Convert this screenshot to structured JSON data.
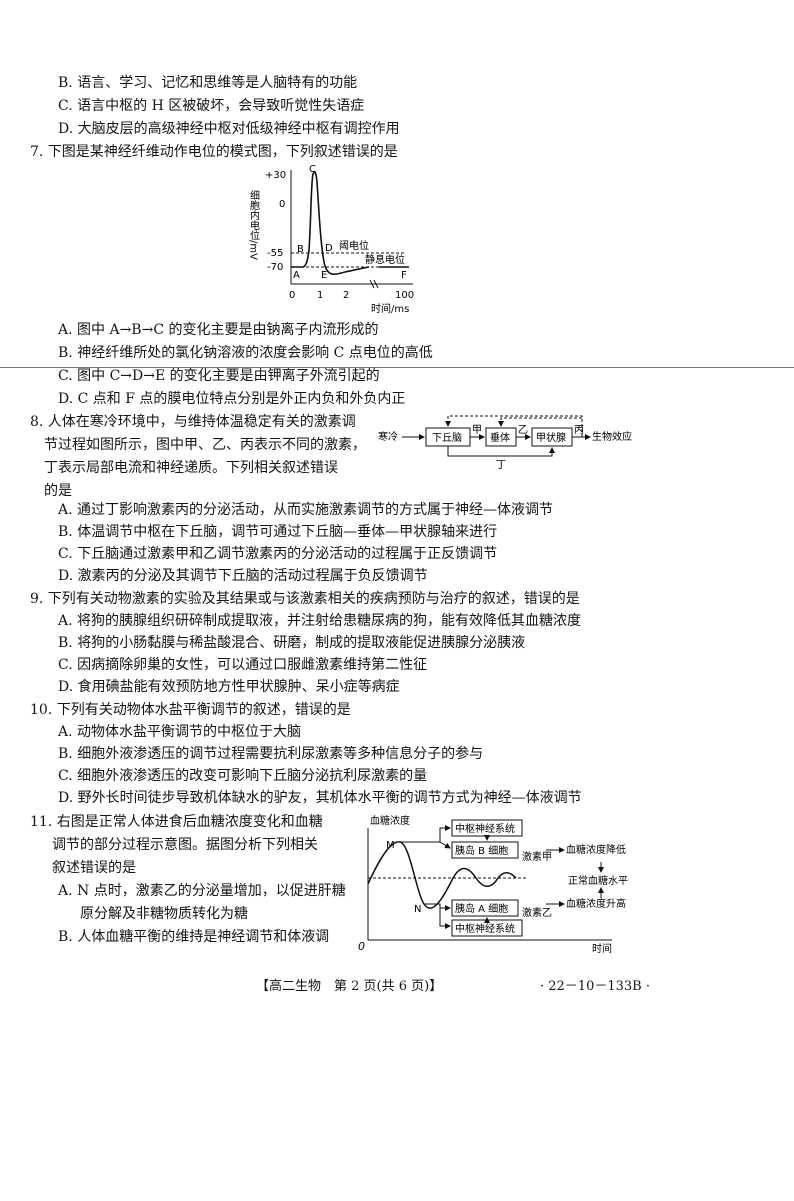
{
  "top_options": {
    "B": "B. 语言、学习、记忆和思维等是人脑特有的功能",
    "C": "C. 语言中枢的 H 区被破坏，会导致听觉性失语症",
    "D": "D. 大脑皮层的高级神经中枢对低级神经中枢有调控作用"
  },
  "q7": {
    "stem": "7. 下图是某神经纤维动作电位的模式图，下列叙述错误的是",
    "figure": {
      "ylabel": "细胞内电位/mV",
      "yticks": [
        "+30",
        "0",
        "-55",
        "-70"
      ],
      "xticks": [
        "0",
        "1",
        "2",
        "100"
      ],
      "xlabel": "时间/ms",
      "points": [
        "A",
        "B",
        "C",
        "D",
        "E",
        "F"
      ],
      "threshold_label": "阈电位",
      "rest_label": "静息电位"
    },
    "A": "A. 图中 A→B→C 的变化主要是由钠离子内流形成的",
    "B": "B. 神经纤维所处的氯化钠溶液的浓度会影响 C 点电位的高低",
    "C": "C. 图中 C→D→E 的变化主要是由钾离子外流引起的",
    "D": "D. C 点和 F 点的膜电位特点分别是外正内负和外负内正"
  },
  "q8": {
    "stem1": "8. 人体在寒冷环境中，与维持体温稳定有关的激素调",
    "stem2": "节过程如图所示，图中甲、乙、丙表示不同的激素，",
    "stem3": "丁表示局部电流和神经递质。下列相关叙述错误",
    "stem4": "的是",
    "figure": {
      "cold": "寒冷",
      "box1": "下丘脑",
      "box2": "垂体",
      "box3": "甲状腺",
      "jia": "甲",
      "yi": "乙",
      "bing": "丙",
      "ding": "丁",
      "effect": "生物效应"
    },
    "A": "A. 通过丁影响激素丙的分泌活动，从而实施激素调节的方式属于神经—体液调节",
    "B": "B. 体温调节中枢在下丘脑，调节可通过下丘脑—垂体—甲状腺轴来进行",
    "C": "C. 下丘脑通过激素甲和乙调节激素丙的分泌活动的过程属于正反馈调节",
    "D": "D. 激素丙的分泌及其调节下丘脑的活动过程属于负反馈调节"
  },
  "q9": {
    "stem": "9. 下列有关动物激素的实验及其结果或与该激素相关的疾病预防与治疗的叙述，错误的是",
    "A": "A. 将狗的胰腺组织研碎制成提取液，并注射给患糖尿病的狗，能有效降低其血糖浓度",
    "B": "B. 将狗的小肠黏膜与稀盐酸混合、研磨，制成的提取液能促进胰腺分泌胰液",
    "C": "C. 因病摘除卵巢的女性，可以通过口服雌激素维持第二性征",
    "D": "D. 食用碘盐能有效预防地方性甲状腺肿、呆小症等病症"
  },
  "q10": {
    "stem": "10. 下列有关动物体水盐平衡调节的叙述，错误的是",
    "A": "A. 动物体水盐平衡调节的中枢位于大脑",
    "B": "B. 细胞外液渗透压的调节过程需要抗利尿激素等多种信息分子的参与",
    "C": "C. 细胞外液渗透压的改变可影响下丘脑分泌抗利尿激素的量",
    "D": "D. 野外长时间徒步导致机体缺水的驴友，其机体水平衡的调节方式为神经—体液调节"
  },
  "q11": {
    "stem1": "11. 右图是正常人体进食后血糖浓度变化和血糖",
    "stem2": "调节的部分过程示意图。据图分析下列相关",
    "stem3": "叙述错误的是",
    "A1": "A. N 点时，激素乙的分泌量增加，以促进肝糖",
    "A2": "原分解及非糖物质转化为糖",
    "B": "B. 人体血糖平衡的维持是神经调节和体液调",
    "figure": {
      "ylabel": "血糖浓度",
      "xlabel": "时间",
      "origin": "0",
      "M": "M",
      "N": "N",
      "cns_top": "中枢神经系统",
      "beta": "胰岛 B 细胞",
      "alpha": "胰岛 A 细胞",
      "cns_bottom": "中枢神经系统",
      "hormone_jia": "激素甲",
      "hormone_yi": "激素乙",
      "decrease": "血糖浓度降低",
      "normal": "正常血糖水平",
      "increase": "血糖浓度升高"
    }
  },
  "footer": {
    "left": "【高二生物　第 2 页(共 6 页)】",
    "right": "· 22－10－133B ·"
  }
}
